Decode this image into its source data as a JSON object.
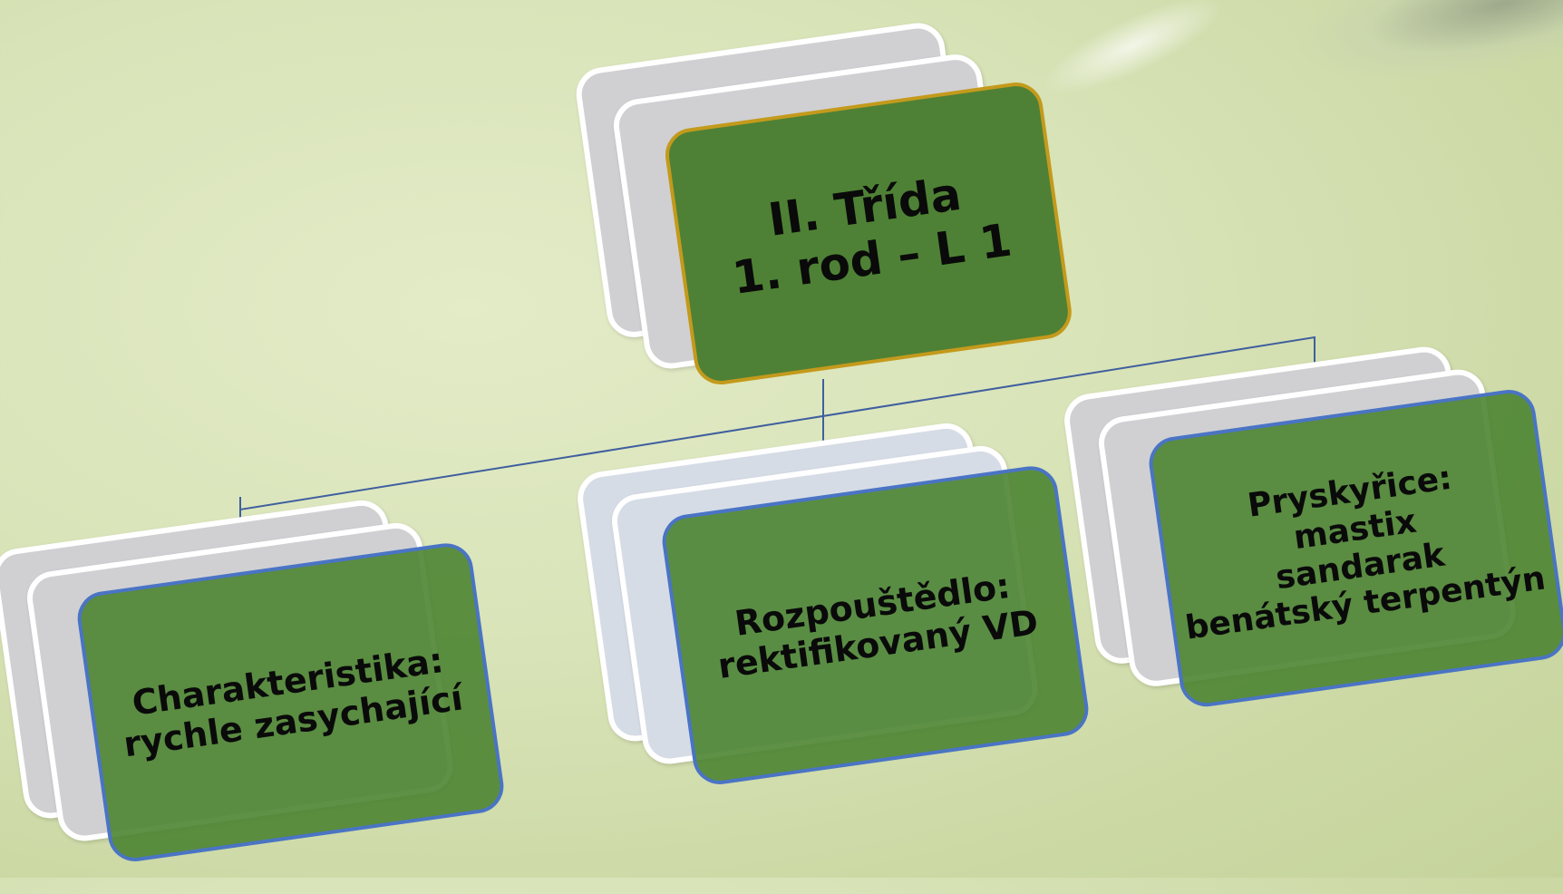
{
  "root": {
    "lines": [
      "II. Třída",
      "1. rod – L 1"
    ]
  },
  "children": [
    {
      "id": "charakteristika",
      "lines": [
        "Charakteristika:",
        "rychle zasychající"
      ]
    },
    {
      "id": "rozpoustedlo",
      "lines": [
        "Rozpouštědlo:",
        "rektifikovaný VD"
      ]
    },
    {
      "id": "pryskyrice",
      "lines": [
        "Pryskyřice:",
        "mastix",
        "sandarak",
        "benátský terpentýn"
      ]
    }
  ],
  "colors": {
    "card_fill": "#4e8135",
    "child_border": "#4a74c4",
    "root_border": "#c49a1c",
    "connector": "#3f5f9e",
    "back_card": "#d0d0d3"
  }
}
